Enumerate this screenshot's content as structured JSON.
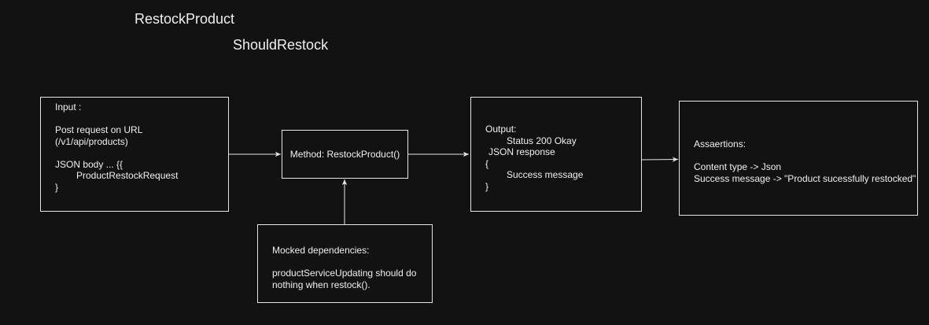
{
  "titles": {
    "main": "RestockProduct",
    "sub": "ShouldRestock"
  },
  "input_box": {
    "line1": "Input :",
    "line2": "Post request on URL",
    "line3": "(/v1/api/products)",
    "line4": "JSON body ... {{",
    "line5": "ProductRestockRequest",
    "line6": "}"
  },
  "method_box": {
    "label": "Method: RestockProduct()"
  },
  "output_box": {
    "line1": "Output:",
    "line2": "Status 200 Okay",
    "line3": "JSON response",
    "line4": "{",
    "line5": "Success message",
    "line6": "}"
  },
  "assertions_box": {
    "line1": "Assaertions:",
    "line2": "Content type -> Json",
    "line3": "Success message -> \"Product sucessfully restocked\""
  },
  "mocked_box": {
    "line1": "Mocked dependencies:",
    "line2": "productServiceUpdating should do",
    "line3": "nothing when restock()."
  },
  "colors": {
    "background": "#121212",
    "stroke": "#e6e6e6",
    "text": "#f0f0f0"
  }
}
